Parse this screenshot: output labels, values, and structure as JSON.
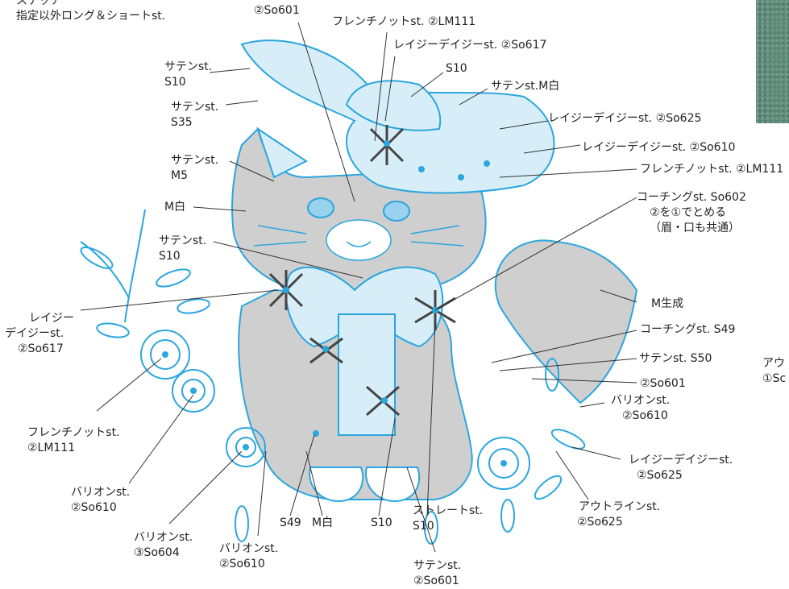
{
  "header": {
    "line1": "ステッチ",
    "line2": "指定以外ロング＆ショートst."
  },
  "callouts": {
    "top_so601": "②So601",
    "french_top": "フレンチノットst. ②LM111",
    "lazy_617_top": "レイジーデイジーst. ②So617",
    "s10_hat": "S10",
    "satin_m_white": "サテンst.M白",
    "lazy_625": "レイジーデイジーst. ②So625",
    "lazy_610": "レイジーデイジーst. ②So610",
    "french_lm111_right": "フレンチノットst. ②LM111",
    "coaching_602": "コーチングst. So602",
    "note1": "②を①でとめる",
    "note2": "（眉・口も共通）",
    "m_kinari": "M生成",
    "coaching_s49": "コーチングst. S49",
    "satin_s50": "サテンst. S50",
    "so601_right": "②So601",
    "bullion_label": "バリオンst.",
    "bullion_val": "②So610",
    "lazy_right_label": "レイジーデイジーst.",
    "lazy_right_val": "②So625",
    "outline_label": "アウトラインst.",
    "outline_val": "②So625",
    "satin_s10_a_label": "サテンst.",
    "satin_s10_a_val": "S10",
    "satin_s35_label": "サテンst.",
    "satin_s35_val": "S35",
    "satin_m5_label": "サテンst.",
    "satin_m5_val": "M5",
    "m_white_left": "M白",
    "satin_s10_b_label": "サテンst.",
    "satin_s10_b_val": "S10",
    "lazy_left_l1": "レイジー",
    "lazy_left_l2": "デイジーst.",
    "lazy_left_l3": "②So617",
    "french_left_label": "フレンチノットst.",
    "french_left_val": "②LM111",
    "bullion_left_label": "バリオンst.",
    "bullion_left_val": "②So610",
    "bullion_604_label": "バリオンst.",
    "bullion_604_val": "③So604",
    "bullion_bottom_label": "バリオンst.",
    "bullion_bottom_val": "②So610",
    "s49": "S49",
    "m_white_bottom": "M白",
    "s10_bottom": "S10",
    "straight_label": "ストレートst.",
    "straight_val": "S10",
    "satin_bottom_label": "サテンst.",
    "satin_bottom_val": "②So601",
    "cut_label": "アウ",
    "cut_val": "①Sc"
  },
  "colors": {
    "outline_blue": "#2ba6de",
    "fill_light_blue": "#d7eef9",
    "fur_gray": "#cfcfcf",
    "stitch_dark": "#555555",
    "swatch_green": "#5a8a78"
  }
}
